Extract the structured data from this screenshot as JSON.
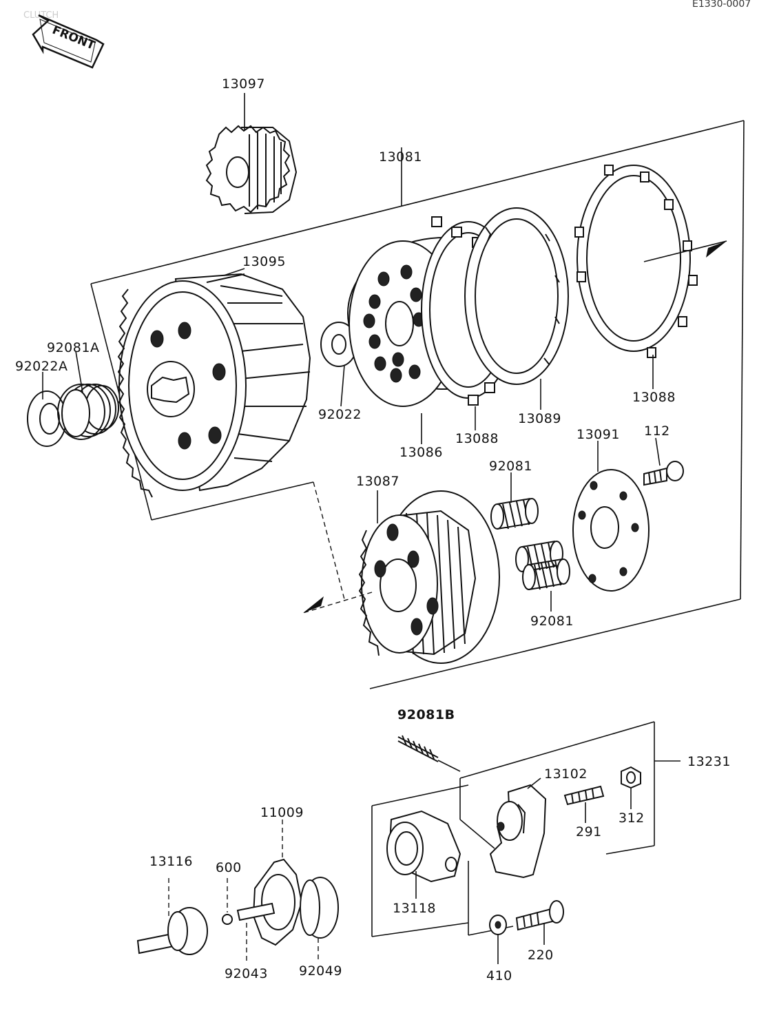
{
  "diagram_code": "E1330-0007",
  "corner_text": "CLUTCH",
  "front_arrow_label": "FRONT",
  "parts": {
    "p13097": "13097",
    "p13081": "13081",
    "p13095": "13095",
    "p92081A": "92081A",
    "p92022A": "92022A",
    "p92022": "92022",
    "p13086": "13086",
    "p13088_a": "13088",
    "p13089": "13089",
    "p13088_b": "13088",
    "p13091": "13091",
    "p112": "112",
    "p92081_a": "92081",
    "p13087": "13087",
    "p92081_b": "92081",
    "p92081B": "92081B",
    "p13102": "13102",
    "p13231": "13231",
    "p291": "291",
    "p312": "312",
    "p11009": "11009",
    "p13116": "13116",
    "p600": "600",
    "p13118": "13118",
    "p92043": "92043",
    "p92049": "92049",
    "p220": "220",
    "p410": "410"
  }
}
